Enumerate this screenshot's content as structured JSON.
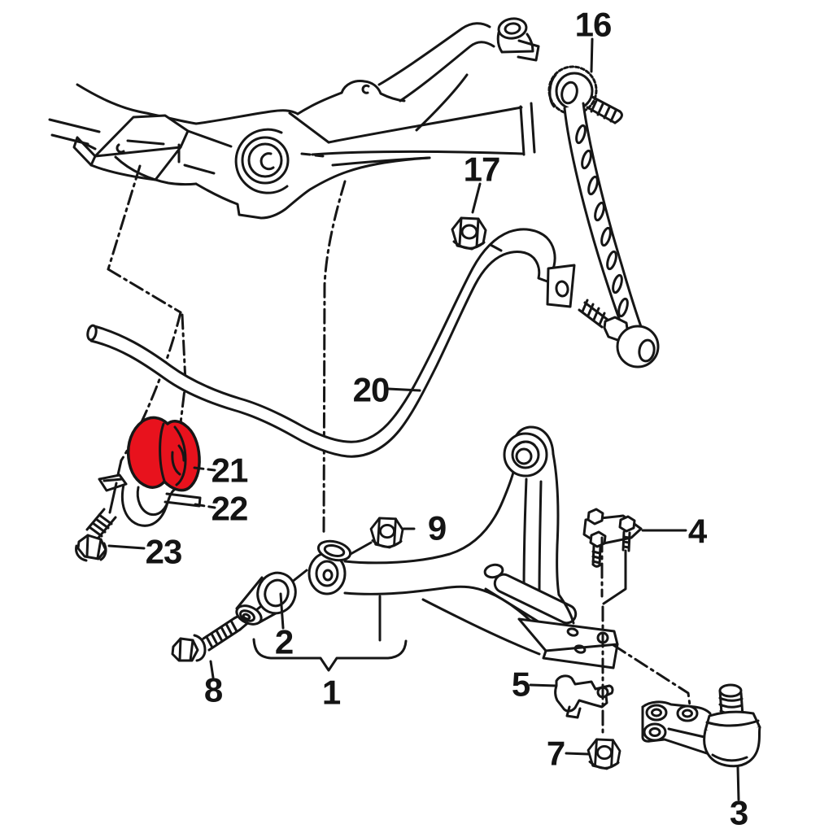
{
  "diagram": {
    "type": "exploded-parts-diagram",
    "background": "#ffffff",
    "ink": "#161616",
    "highlight": "#e8121d",
    "highlighted_callout": "21",
    "callouts": {
      "c1": {
        "label": "1"
      },
      "c2": {
        "label": "2"
      },
      "c3": {
        "label": "3"
      },
      "c4": {
        "label": "4"
      },
      "c5": {
        "label": "5"
      },
      "c7": {
        "label": "7"
      },
      "c8": {
        "label": "8"
      },
      "c9": {
        "label": "9"
      },
      "c16": {
        "label": "16"
      },
      "c17": {
        "label": "17"
      },
      "c20": {
        "label": "20"
      },
      "c21": {
        "label": "21"
      },
      "c22": {
        "label": "22"
      },
      "c23": {
        "label": "23"
      }
    }
  }
}
